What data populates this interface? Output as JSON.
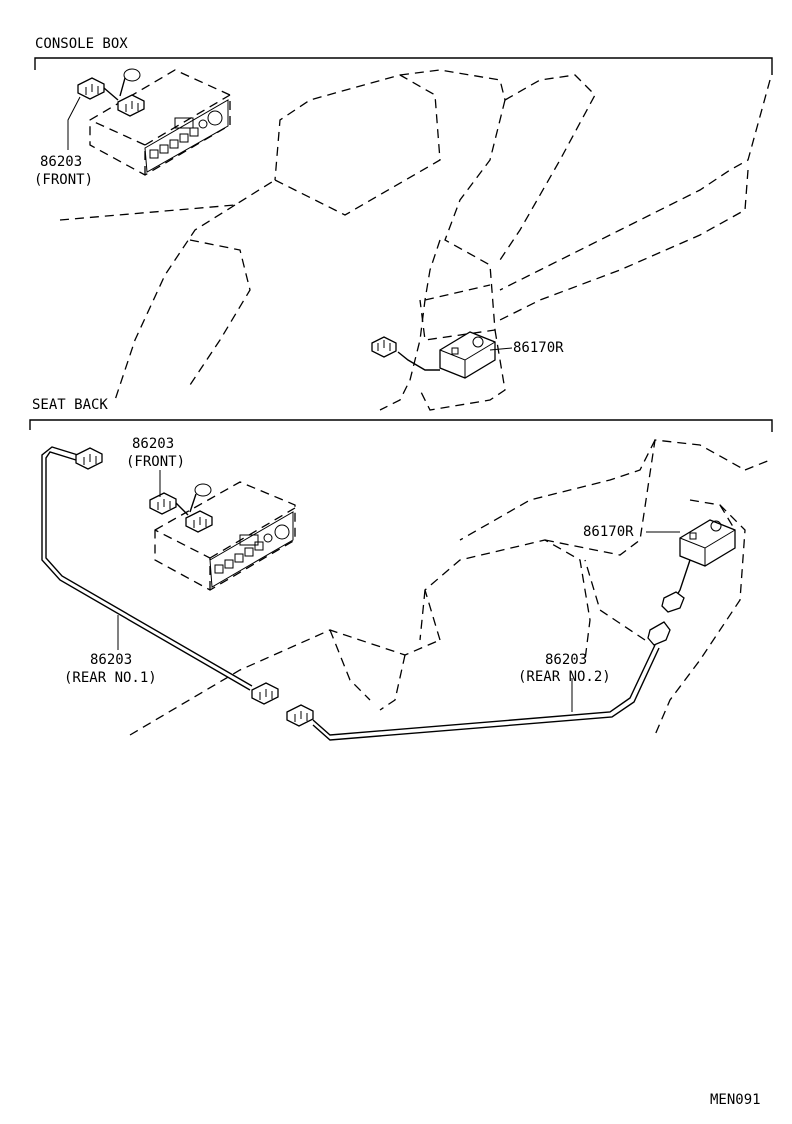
{
  "sections": {
    "console_box": "CONSOLE BOX",
    "seat_back": "SEAT BACK"
  },
  "console": {
    "radio_part": "86203",
    "radio_note": "(FRONT)",
    "speaker_part": "86170R"
  },
  "seat": {
    "radio_part": "86203",
    "radio_note": "(FRONT)",
    "speaker_part": "86170R",
    "harness1_part": "86203",
    "harness1_note": "(REAR NO.1)",
    "harness2_part": "86203",
    "harness2_note": "(REAR NO.2)"
  },
  "drawing_code": "MEN091"
}
